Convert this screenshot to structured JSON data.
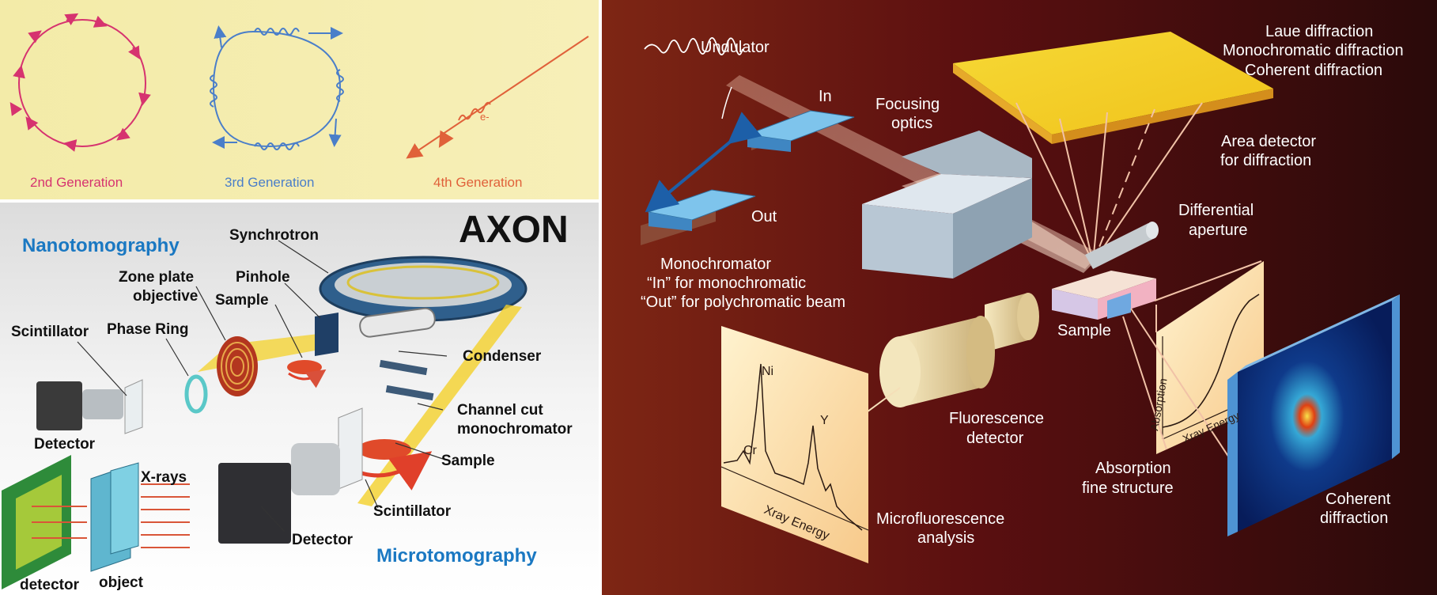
{
  "generations": {
    "second": "2nd Generation",
    "third": "3rd Generation",
    "fourth": "4th Generation",
    "electron": "e-"
  },
  "axon": {
    "title": "AXON",
    "nanotomography": "Nanotomography",
    "microtomography": "Microtomography",
    "synchrotron": "Synchrotron",
    "zone_plate_1": "Zone plate",
    "zone_plate_2": "objective",
    "pinhole": "Pinhole",
    "sample_top": "Sample",
    "scintillator_top": "Scintillator",
    "phase_ring": "Phase Ring",
    "condenser": "Condenser",
    "channel_cut_1": "Channel cut",
    "channel_cut_2": "monochromator",
    "detector_top": "Detector",
    "sample_bottom": "Sample",
    "scintillator_bottom": "Scintillator",
    "detector_bottom": "Detector",
    "xrays": "X-rays",
    "detector_small": "detector",
    "object_small": "object"
  },
  "beamline": {
    "undulator": "Undulator",
    "in": "In",
    "out": "Out",
    "focusing_1": "Focusing",
    "focusing_2": "optics",
    "mono_1": "Monochromator",
    "mono_2": "“In” for monochromatic",
    "mono_3": "“Out” for polychromatic beam",
    "laue": "Laue diffraction",
    "mono_diff": "Monochromatic diffraction",
    "coh_diff_top": "Coherent diffraction",
    "area_1": "Area detector",
    "area_2": "for diffraction",
    "diff_ap_1": "Differential",
    "diff_ap_2": "aperture",
    "sample": "Sample",
    "fluor_1": "Fluorescence",
    "fluor_2": "detector",
    "ni": "Ni",
    "cr": "Cr",
    "y": "Y",
    "xray_energy_1": "Xray Energy",
    "microfluor_1": "Microfluorescence",
    "microfluor_2": "analysis",
    "absorption_axis": "Absorption",
    "xray_energy_2": "Xray Energy",
    "abs_fine_1": "Absorption",
    "abs_fine_2": "fine structure",
    "coh_1": "Coherent",
    "coh_2": "diffraction"
  },
  "colors": {
    "gen2": "#d6336f",
    "gen3": "#4a7ec9",
    "gen4": "#e0613a",
    "axon_blue": "#1a78c2",
    "panel_yellow": "#f5eda6"
  }
}
